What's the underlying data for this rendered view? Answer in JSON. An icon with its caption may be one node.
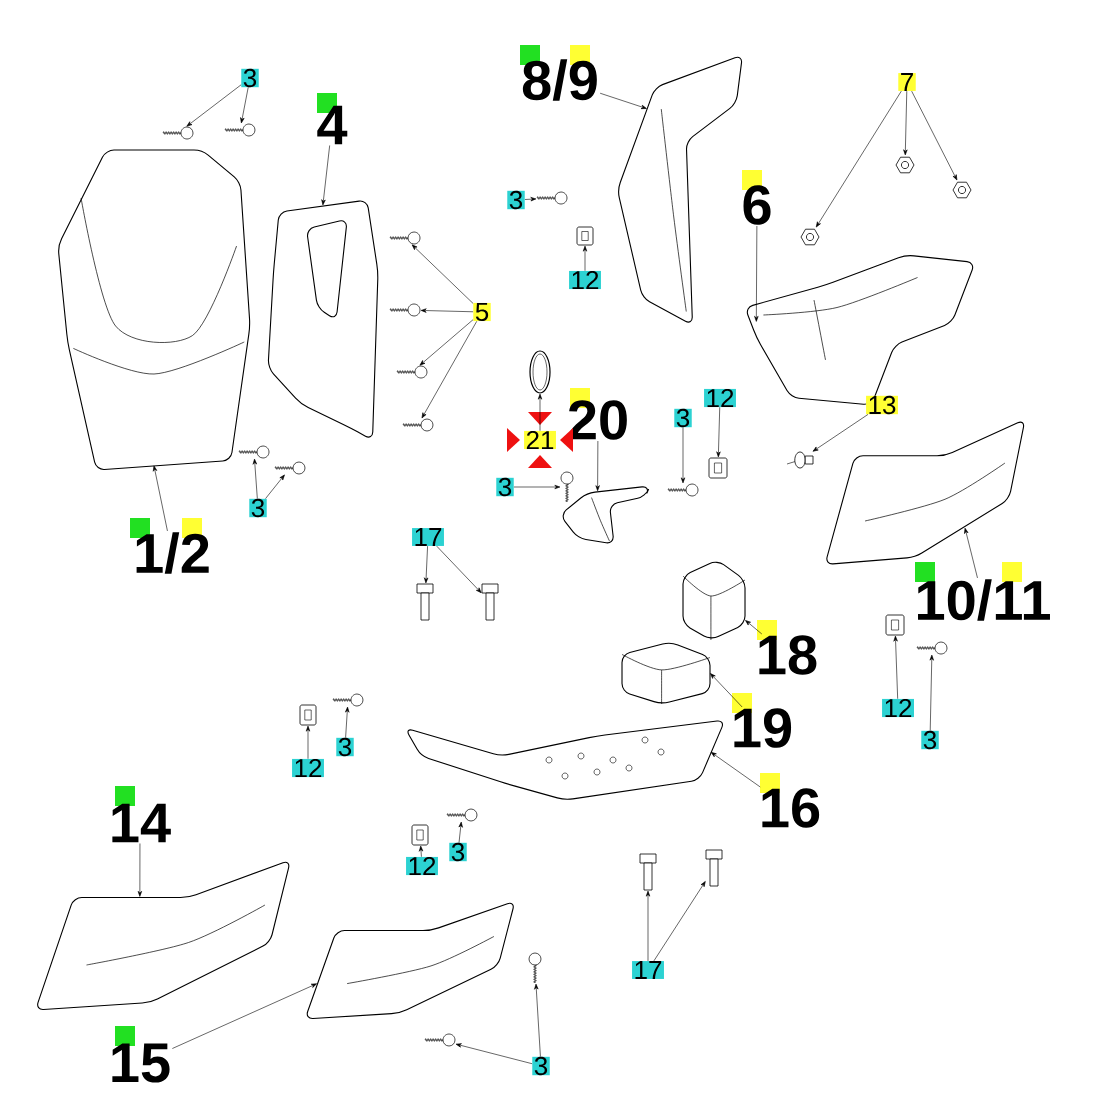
{
  "diagram": {
    "nodes": [
      {
        "text": [
          "3"
        ]
      },
      {
        "text": [],
        "shape": "picture"
      },
      {
        "text": [],
        "shape": "picture"
      },
      {
        "text": [
          "4"
        ]
      },
      {
        "text": [],
        "shape": "picture"
      },
      {
        "text": [],
        "shape": "picture"
      },
      {
        "text": [
          "1/2"
        ]
      },
      {
        "text": [
          "5"
        ]
      },
      {
        "text": [],
        "shape": "picture"
      },
      {
        "text": [],
        "shape": "picture"
      },
      {
        "text": [],
        "shape": "picture"
      },
      {
        "text": [],
        "shape": "picture"
      },
      {
        "text": [
          "3"
        ]
      },
      {
        "text": [],
        "shape": "picture"
      },
      {
        "text": [],
        "shape": "picture"
      },
      {
        "text": [
          "8/9"
        ]
      },
      {
        "text": [],
        "shape": "picture"
      },
      {
        "text": [
          "3"
        ]
      },
      {
        "text": [],
        "shape": "picture"
      },
      {
        "text": [
          "12"
        ]
      },
      {
        "text": [],
        "shape": "picture"
      },
      {
        "text": [
          "7"
        ]
      },
      {
        "text": [],
        "shape": "picture"
      },
      {
        "text": [],
        "shape": "picture"
      },
      {
        "text": [],
        "shape": "picture"
      },
      {
        "text": [
          "6"
        ]
      },
      {
        "text": [],
        "shape": "picture"
      },
      {
        "text": [],
        "shape": "picture"
      },
      {
        "text": [
          "21"
        ]
      },
      {
        "text": [
          "20"
        ]
      },
      {
        "text": [],
        "shape": "picture"
      },
      {
        "text": [
          "3"
        ]
      },
      {
        "text": [],
        "shape": "picture"
      },
      {
        "text": [
          "3"
        ]
      },
      {
        "text": [],
        "shape": "picture"
      },
      {
        "text": [
          "12"
        ]
      },
      {
        "text": [],
        "shape": "picture"
      },
      {
        "text": [
          "13"
        ]
      },
      {
        "text": [],
        "shape": "picture"
      },
      {
        "text": [],
        "shape": "picture"
      },
      {
        "text": [
          "10/11"
        ]
      },
      {
        "text": [
          "17"
        ]
      },
      {
        "text": [],
        "shape": "picture"
      },
      {
        "text": [],
        "shape": "picture"
      },
      {
        "text": [
          "18"
        ]
      },
      {
        "text": [],
        "shape": "picture"
      },
      {
        "text": [
          "19"
        ]
      },
      {
        "text": [],
        "shape": "picture"
      },
      {
        "text": [
          "16"
        ]
      },
      {
        "text": [],
        "shape": "picture"
      },
      {
        "text": [
          "12"
        ]
      },
      {
        "text": [],
        "shape": "picture"
      },
      {
        "text": [
          "3"
        ]
      },
      {
        "text": [],
        "shape": "picture"
      },
      {
        "text": [
          "12"
        ]
      },
      {
        "text": [],
        "shape": "picture"
      },
      {
        "text": [
          "3"
        ]
      },
      {
        "text": [],
        "shape": "picture"
      },
      {
        "text": [
          "14"
        ]
      },
      {
        "text": [],
        "shape": "picture"
      },
      {
        "text": [
          "12"
        ]
      },
      {
        "text": [],
        "shape": "picture"
      },
      {
        "text": [
          "3"
        ]
      },
      {
        "text": [],
        "shape": "picture"
      },
      {
        "text": [
          "17"
        ]
      },
      {
        "text": [],
        "shape": "picture"
      },
      {
        "text": [],
        "shape": "picture"
      },
      {
        "text": [
          "15"
        ]
      },
      {
        "text": [],
        "shape": "picture"
      },
      {
        "text": [
          "3"
        ]
      },
      {
        "text": [],
        "shape": "picture"
      },
      {
        "text": [],
        "shape": "picture"
      }
    ],
    "edges": [
      {
        "from": 0,
        "to": 1,
        "arrow": "to"
      },
      {
        "from": 0,
        "to": 2,
        "arrow": "to"
      },
      {
        "from": 3,
        "to": 4,
        "arrow": "to"
      },
      {
        "from": 6,
        "to": 5,
        "arrow": "to"
      },
      {
        "from": 7,
        "to": 8,
        "arrow": "to"
      },
      {
        "from": 7,
        "to": 9,
        "arrow": "to"
      },
      {
        "from": 7,
        "to": 10,
        "arrow": "to"
      },
      {
        "from": 7,
        "to": 11,
        "arrow": "to"
      },
      {
        "from": 12,
        "to": 13,
        "arrow": "to"
      },
      {
        "from": 12,
        "to": 14,
        "arrow": "to"
      },
      {
        "from": 15,
        "to": 16,
        "arrow": "to"
      },
      {
        "from": 17,
        "to": 18,
        "arrow": "to"
      },
      {
        "from": 19,
        "to": 20,
        "arrow": "to"
      },
      {
        "from": 21,
        "to": 22,
        "arrow": "to"
      },
      {
        "from": 21,
        "to": 23,
        "arrow": "to"
      },
      {
        "from": 21,
        "to": 24,
        "arrow": "to"
      },
      {
        "from": 25,
        "to": 26,
        "arrow": "to"
      },
      {
        "from": 28,
        "to": 27,
        "arrow": "to"
      },
      {
        "from": 29,
        "to": 30,
        "arrow": "to"
      },
      {
        "from": 31,
        "to": 32,
        "arrow": "to"
      },
      {
        "from": 33,
        "to": 34,
        "arrow": "to"
      },
      {
        "from": 35,
        "to": 36,
        "arrow": "to"
      },
      {
        "from": 37,
        "to": 38,
        "arrow": "to"
      },
      {
        "from": 40,
        "to": 39,
        "arrow": "to"
      },
      {
        "from": 41,
        "to": 42,
        "arrow": "to"
      },
      {
        "from": 41,
        "to": 43,
        "arrow": "to"
      },
      {
        "from": 44,
        "to": 45,
        "arrow": "to"
      },
      {
        "from": 46,
        "to": 47,
        "arrow": "to"
      },
      {
        "from": 48,
        "to": 49,
        "arrow": "to"
      },
      {
        "from": 50,
        "to": 51,
        "arrow": "to"
      },
      {
        "from": 52,
        "to": 53,
        "arrow": "to"
      },
      {
        "from": 54,
        "to": 55,
        "arrow": "to"
      },
      {
        "from": 56,
        "to": 57,
        "arrow": "to"
      },
      {
        "from": 58,
        "to": 59,
        "arrow": "to"
      },
      {
        "from": 60,
        "to": 61,
        "arrow": "to"
      },
      {
        "from": 62,
        "to": 63,
        "arrow": "to"
      },
      {
        "from": 64,
        "to": 65,
        "arrow": "to"
      },
      {
        "from": 64,
        "to": 66,
        "arrow": "to"
      },
      {
        "from": 67,
        "to": 68,
        "arrow": "to"
      },
      {
        "from": 69,
        "to": 70,
        "arrow": "to"
      },
      {
        "from": 69,
        "to": 71,
        "arrow": "to"
      }
    ]
  }
}
